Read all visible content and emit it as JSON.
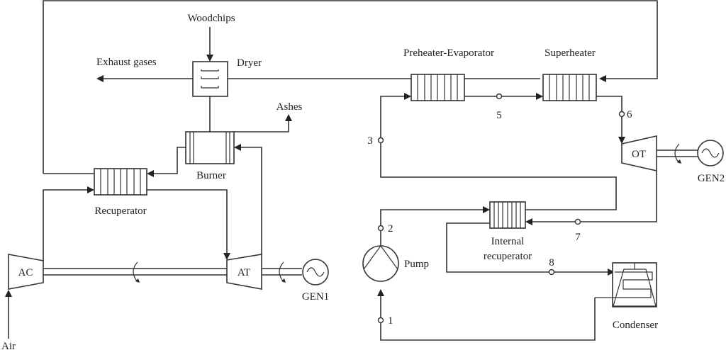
{
  "diagram": {
    "type": "process-flow-schematic",
    "title": "",
    "components": {
      "dryer": "Dryer",
      "burner": "Burner",
      "recuperator": "Recuperator",
      "air_compressor": "AC",
      "air_turbine": "AT",
      "generator_1": "GEN1",
      "preheater_evaporator": "Preheater-Evaporator",
      "superheater": "Superheater",
      "orc_turbine": "OT",
      "generator_2": "GEN2",
      "internal_recuperator_line1": "Internal",
      "internal_recuperator_line2": "recuperator",
      "pump": "Pump",
      "condenser": "Condenser"
    },
    "streams": {
      "woodchips": "Woodchips",
      "exhaust_gases": "Exhaust gases",
      "ashes": "Ashes",
      "air": "Air"
    },
    "state_points": [
      "1",
      "2",
      "3",
      "5",
      "6",
      "7",
      "8"
    ]
  }
}
